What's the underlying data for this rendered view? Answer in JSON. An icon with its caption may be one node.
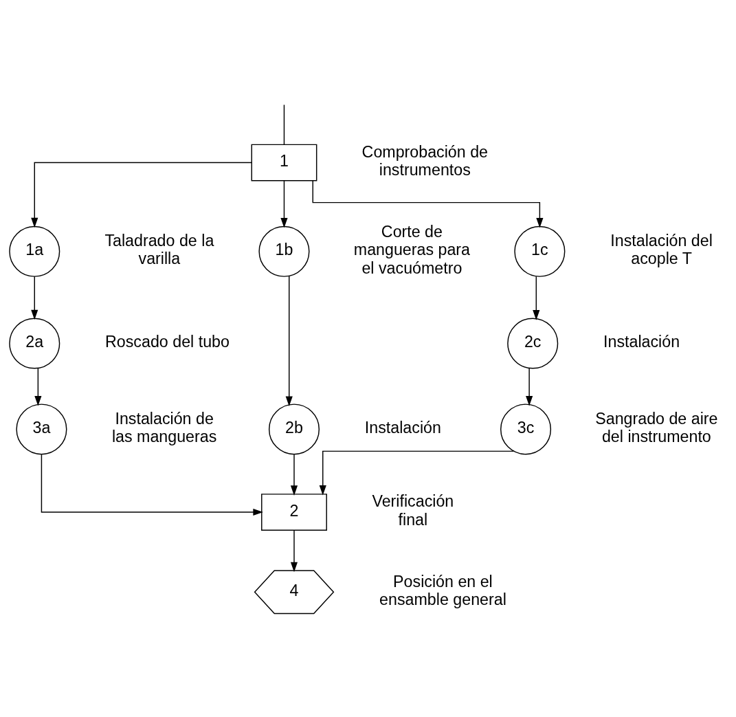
{
  "diagram": {
    "nodes": [
      {
        "text": [
          "1"
        ],
        "beside": [
          "Comprobación de instrumentos"
        ]
      },
      {
        "text": [
          "1a"
        ],
        "beside": [
          "Taladrado de la varilla"
        ]
      },
      {
        "text": [
          "2a"
        ],
        "beside": [
          "Roscado del tubo"
        ]
      },
      {
        "text": [
          "3a"
        ],
        "beside": [
          "Instalación de las mangueras"
        ]
      },
      {
        "text": [
          "1b"
        ],
        "beside": [
          "Corte de mangueras para el vacuómetro"
        ]
      },
      {
        "text": [
          "2b"
        ],
        "beside": [
          "Instalación"
        ]
      },
      {
        "text": [
          "1c"
        ],
        "beside": [
          "Instalación del acople T"
        ]
      },
      {
        "text": [
          "2c"
        ],
        "beside": [
          "Instalación"
        ]
      },
      {
        "text": [
          "3c"
        ],
        "beside": [
          "Sangrado de aire del instrumento"
        ]
      },
      {
        "text": [
          "2"
        ],
        "beside": [
          "Verificación final"
        ]
      },
      {
        "text": [
          "4"
        ],
        "beside": [
          "Posición en el ensamble general"
        ]
      }
    ],
    "edges": [
      {
        "from": null,
        "to": 0,
        "arrow": "none"
      },
      {
        "from": 0,
        "to": 1,
        "arrow": "to"
      },
      {
        "from": 0,
        "to": 4,
        "arrow": "to"
      },
      {
        "from": 0,
        "to": 6,
        "arrow": "to"
      },
      {
        "from": 1,
        "to": 2,
        "arrow": "to"
      },
      {
        "from": 2,
        "to": 3,
        "arrow": "to"
      },
      {
        "from": 4,
        "to": 5,
        "arrow": "to"
      },
      {
        "from": 6,
        "to": 7,
        "arrow": "to"
      },
      {
        "from": 7,
        "to": 8,
        "arrow": "to"
      },
      {
        "from": 3,
        "to": 9,
        "arrow": "to"
      },
      {
        "from": 5,
        "to": 9,
        "arrow": "to"
      },
      {
        "from": 8,
        "to": 9,
        "arrow": "to"
      },
      {
        "from": 9,
        "to": 10,
        "arrow": "to"
      }
    ]
  }
}
